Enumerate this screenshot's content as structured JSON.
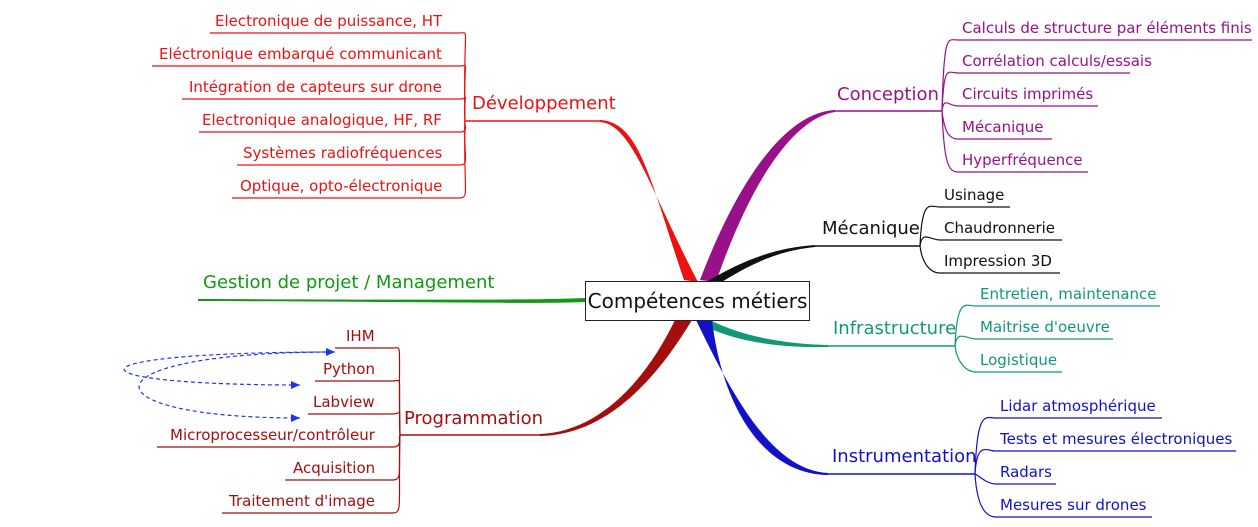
{
  "root": {
    "label": "Compétences métiers"
  },
  "branches": {
    "developpement": {
      "label": "Développement",
      "color": "#ee1111",
      "items": [
        "Electronique de puissance, HT",
        "Eléctronique embarqué communicant",
        "Intégration de capteurs sur drone",
        "Electronique analogique, HF, RF",
        "Systèmes radiofréquences",
        "Optique, opto-électronique"
      ]
    },
    "gestion": {
      "label": "Gestion de projet / Management",
      "color": "#119911",
      "items": []
    },
    "programmation": {
      "label": "Programmation",
      "color": "#a50e0e",
      "link_color": "#2233ee",
      "items": [
        "IHM",
        "Python",
        "Labview",
        "Microprocesseur/contrôleur",
        "Acquisition",
        "Traitement d'image"
      ]
    },
    "conception": {
      "label": "Conception",
      "color": "#991188",
      "items": [
        "Calculs de structure par éléments finis",
        "Corrélation calculs/essais",
        "Circuits imprimés",
        "Mécanique",
        "Hyperfréquence"
      ]
    },
    "mecanique": {
      "label": "Mécanique",
      "color": "#111111",
      "items": [
        "Usinage",
        "Chaudronnerie",
        "Impression 3D"
      ]
    },
    "infrastructure": {
      "label": "Infrastructure",
      "color": "#119977",
      "items": [
        "Entretien, maintenance",
        "Maitrise d'oeuvre",
        "Logistique"
      ]
    },
    "instrumentation": {
      "label": "Instrumentation",
      "color": "#1111cc",
      "items": [
        "Lidar atmosphérique",
        "Tests et mesures électroniques",
        "Radars",
        "Mesures sur drones"
      ]
    }
  }
}
